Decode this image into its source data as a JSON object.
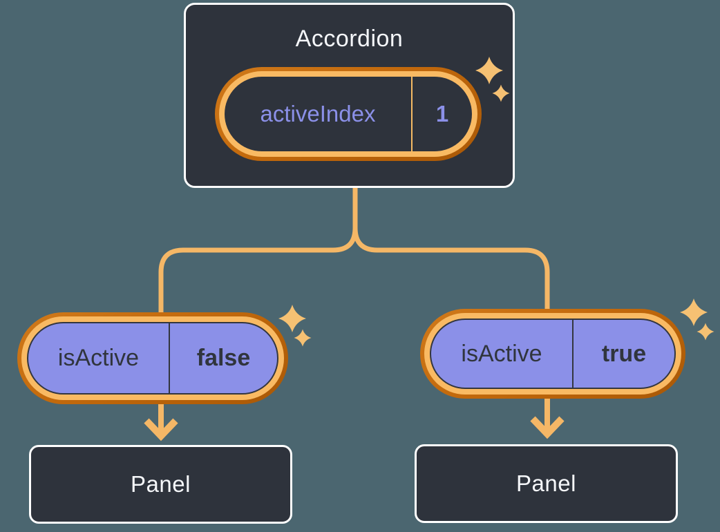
{
  "diagram": {
    "title": "Accordion",
    "accordion": {
      "title": "Accordion",
      "state": {
        "label": "activeIndex",
        "value": "1"
      }
    },
    "children": [
      {
        "prop": {
          "label": "isActive",
          "value": "false"
        },
        "panel": {
          "title": "Panel"
        }
      },
      {
        "prop": {
          "label": "isActive",
          "value": "true"
        },
        "panel": {
          "title": "Panel"
        }
      }
    ],
    "icons": {
      "sparkle": "four-point-star",
      "arrow": "down-arrow"
    },
    "colors": {
      "background": "#4B6670",
      "card_fill": "#2E333C",
      "card_border": "#FFFFFF",
      "ring_outer_orange": "#C2690C",
      "ring_inner_orange": "#F9BA63",
      "prop_pill_fill": "#8B90E8",
      "state_text_purple": "#8B90E8",
      "prop_text_dark": "#30353D",
      "connector_orange": "#F5B766",
      "sparkle_orange": "#F6C173",
      "title_text": "#F5F7FA"
    }
  }
}
